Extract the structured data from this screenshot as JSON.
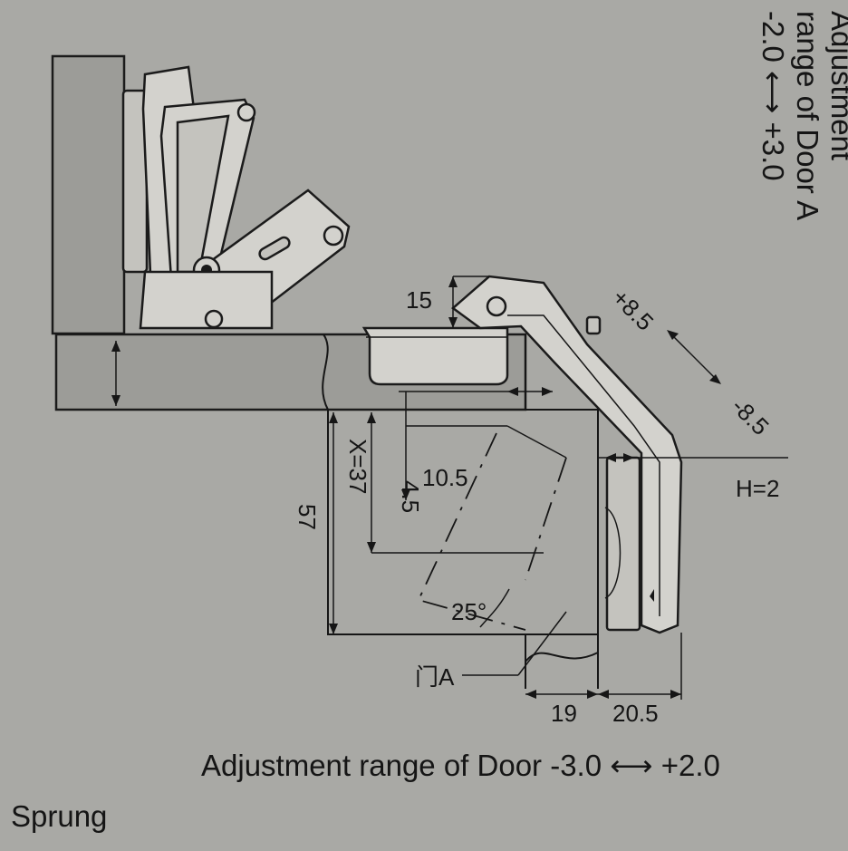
{
  "colors": {
    "background": "#a9a9a5",
    "ink": "#161616",
    "metal": "#d3d2cd"
  },
  "labels": {
    "side_title": [
      "Adjustment",
      "range of Door A",
      "-2.0 ⟷ +3.0"
    ],
    "bottom_title": "Adjustment range of Door -3.0 ⟷ +2.0",
    "mode": "Sprung",
    "door_label": "门A"
  },
  "dimensions": {
    "cup_depth": "15",
    "overlay_adjust_plus": "+8.5",
    "overlay_adjust_minus": "-8.5",
    "h_value": "H=2",
    "k_value": "4.5",
    "x_value": "X=37",
    "b_value": "10.5",
    "height_total": "57",
    "angle": "25°",
    "width_a": "19",
    "width_b": "20.5"
  }
}
